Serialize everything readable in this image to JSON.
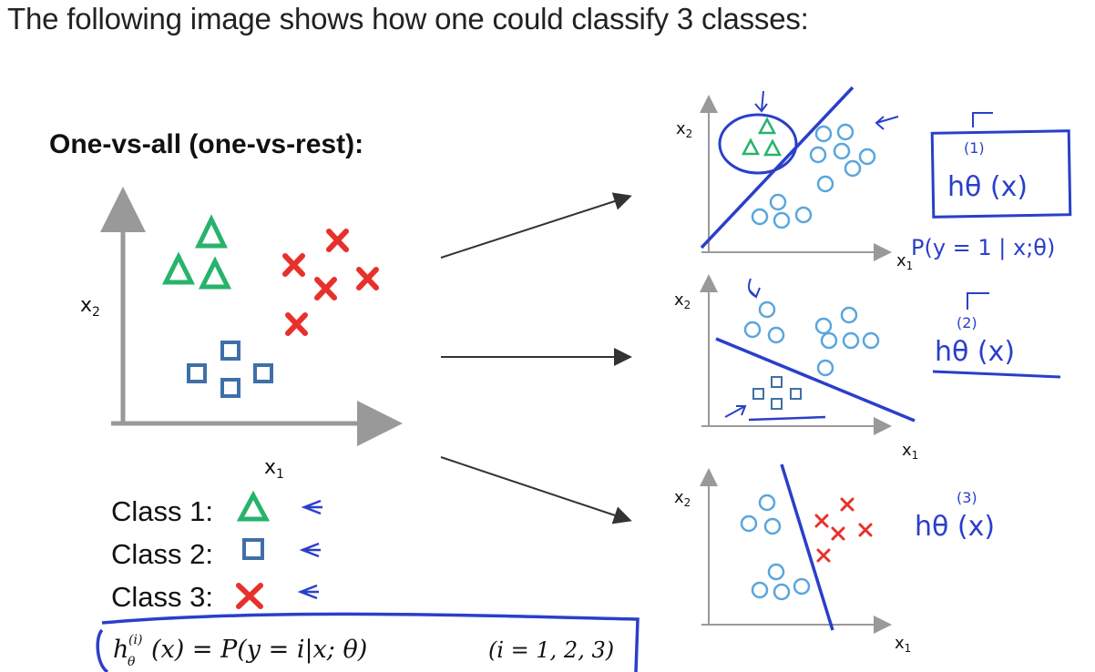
{
  "intro_text": "The following image shows how one could classify 3 classes:",
  "diagram": {
    "title": "One-vs-all (one-vs-rest):",
    "axis_x": "x1",
    "axis_y": "x2",
    "legend": [
      {
        "label": "Class 1:",
        "marker": "green-triangle"
      },
      {
        "label": "Class 2:",
        "marker": "blue-square"
      },
      {
        "label": "Class 3:",
        "marker": "red-cross"
      }
    ],
    "formula": "h_θ^(i)(x) = P(y = i|x; θ)",
    "formula_range": "(i = 1, 2, 3)",
    "handwritten": {
      "h1_super": "(1)",
      "h1": "hθ (x)",
      "p1": "P(y = 1 | x;θ)",
      "h2_super": "(2)",
      "h2": "hθ (x)",
      "h3_super": "(3)",
      "h3": "hθ (x)"
    },
    "colors": {
      "green": "#27b36b",
      "blue_square": "#3f6fa8",
      "red": "#e8302a",
      "circle": "#5aa6dc",
      "ink": "#2a3fc9"
    }
  }
}
